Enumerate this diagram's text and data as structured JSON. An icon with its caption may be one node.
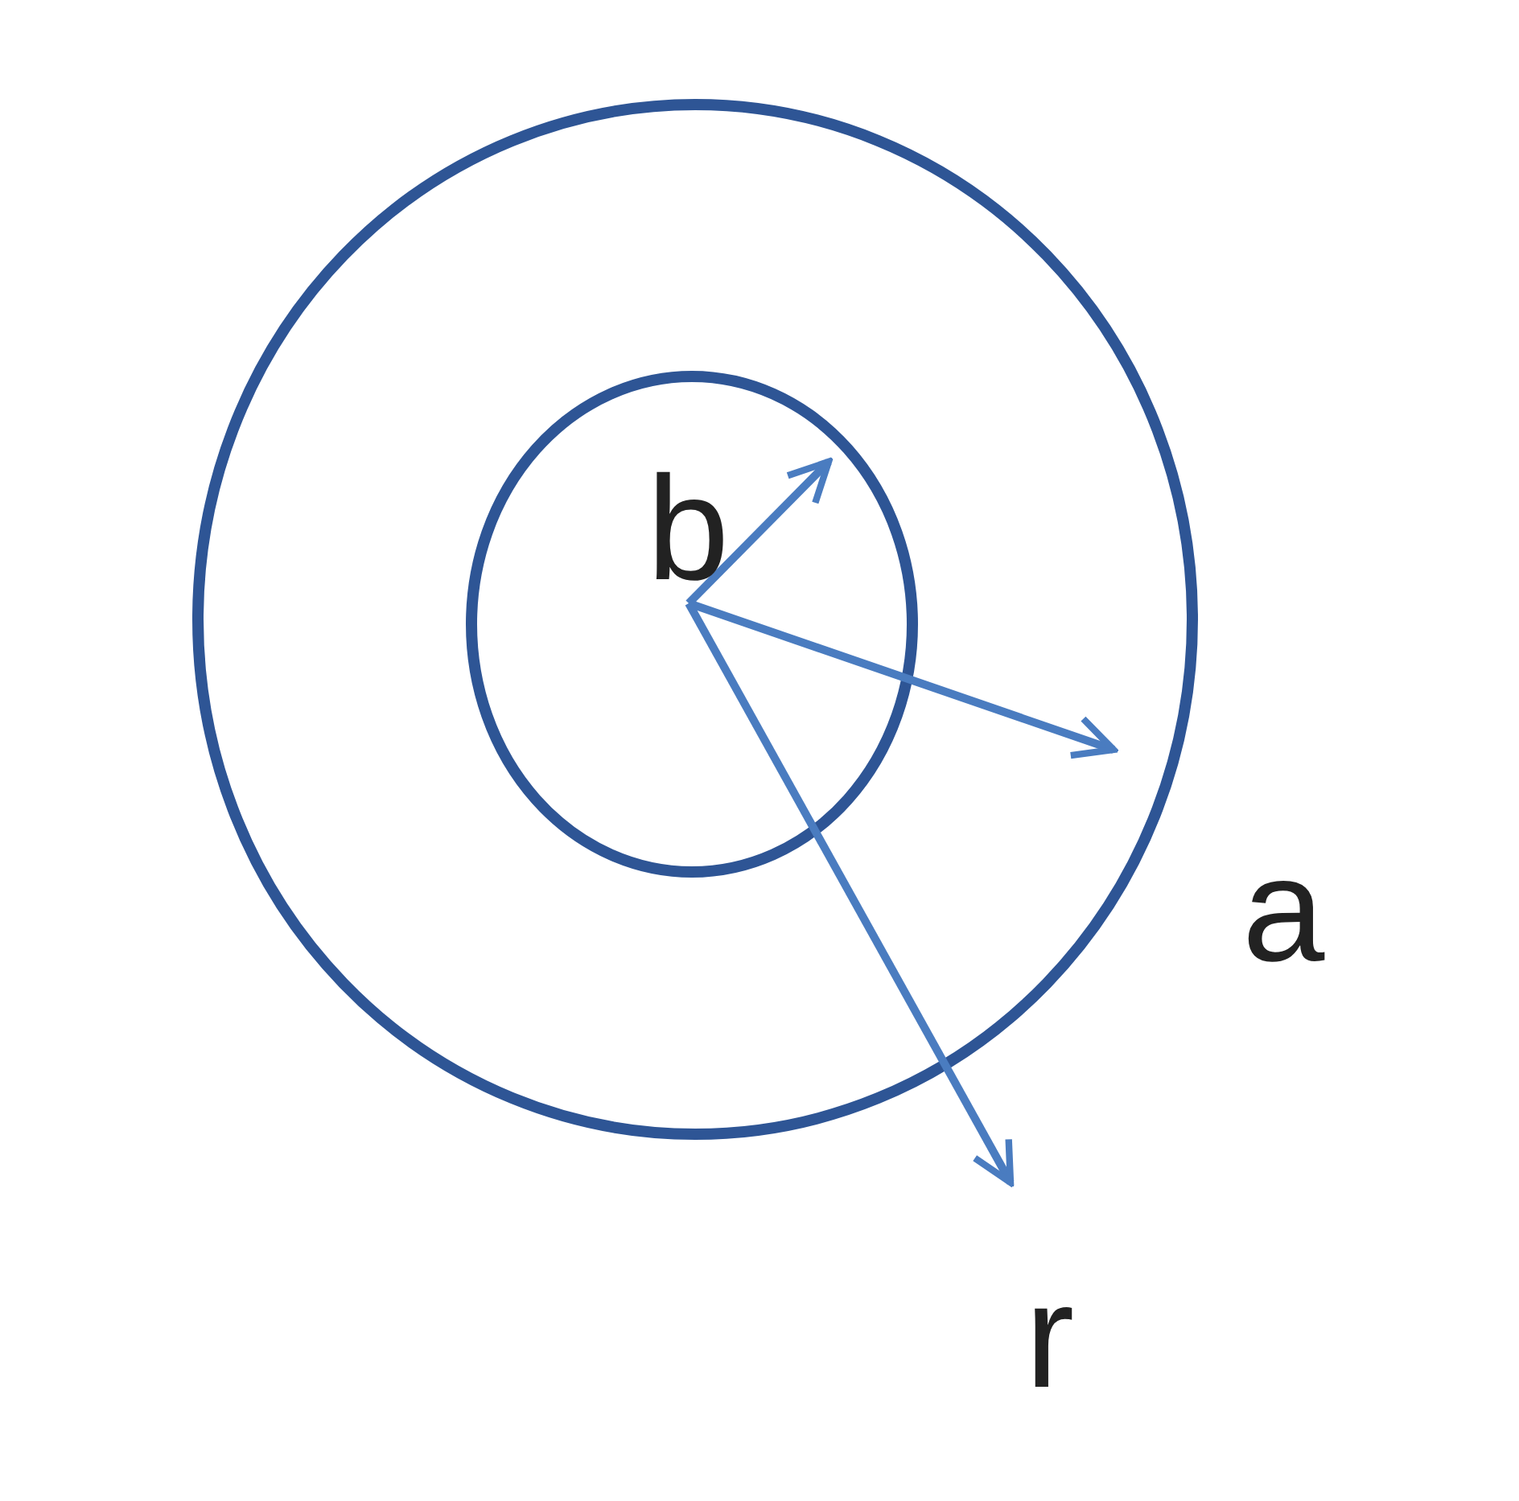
{
  "diagram": {
    "labels": [
      "b",
      "a",
      "r"
    ]
  }
}
